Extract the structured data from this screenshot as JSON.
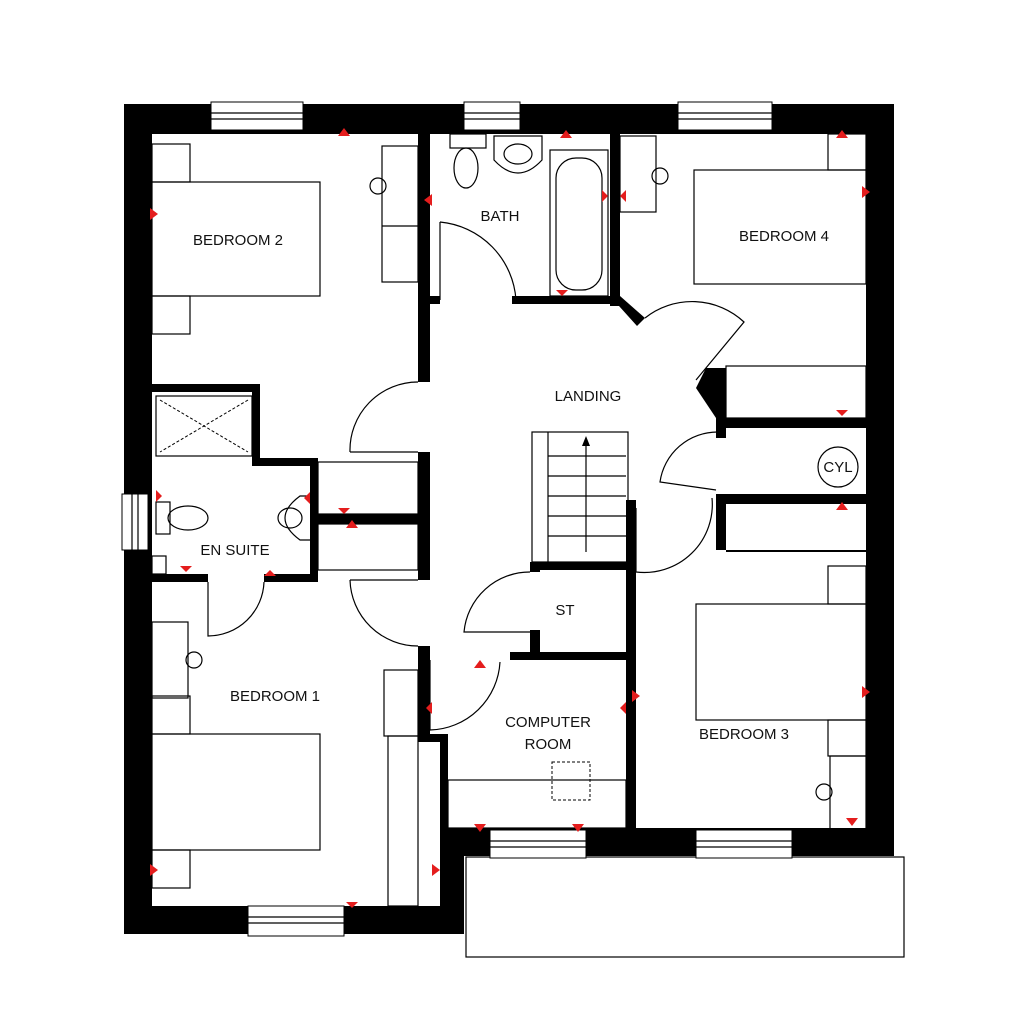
{
  "rooms": {
    "bedroom2": "BEDROOM 2",
    "bath": "BATH",
    "bedroom4": "BEDROOM 4",
    "landing": "LANDING",
    "cyl": "CYL",
    "en_suite": "EN SUITE",
    "st": "ST",
    "bedroom1": "BEDROOM 1",
    "computer_room_line1": "COMPUTER",
    "computer_room_line2": "ROOM",
    "bedroom3": "BEDROOM 3"
  },
  "colors": {
    "wall": "#000000",
    "socket_marker": "#e41d1d",
    "background": "#ffffff"
  }
}
